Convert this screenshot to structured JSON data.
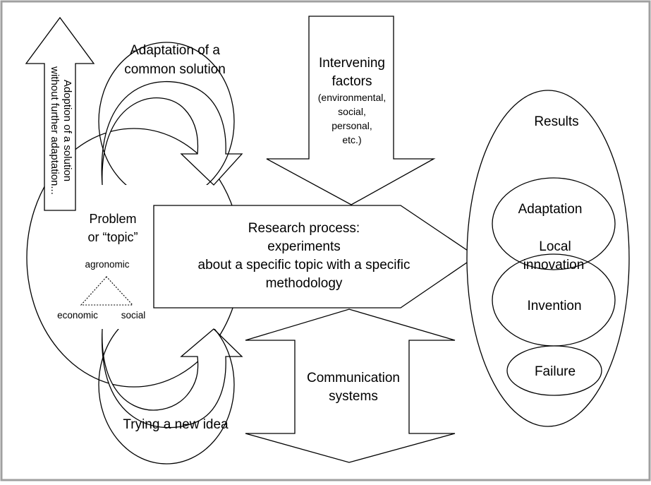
{
  "frame": {
    "border_color": "#a0a0a0",
    "stroke_color": "#000000",
    "fill_color": "#ffffff"
  },
  "adoption_arrow": {
    "lines": [
      "Adoption of a solution",
      "without further adaptation..."
    ]
  },
  "adaptation_loop": {
    "lines": [
      "Adaptation of a",
      "common solution"
    ]
  },
  "problem": {
    "lines": [
      "Problem",
      "or  “topic”"
    ],
    "triangle": {
      "top": "agronomic",
      "left": "economic",
      "right": "social"
    }
  },
  "new_idea_loop": {
    "label": "Trying a new idea"
  },
  "intervening_factors": {
    "title_lines": [
      "Intervening",
      "factors"
    ],
    "detail_lines": [
      "(environmental,",
      "social,",
      "personal,",
      "etc.)"
    ]
  },
  "research_process": {
    "lines": [
      "Research process:",
      "experiments",
      "about a specific topic with a specific",
      "methodology"
    ]
  },
  "communication_systems": {
    "lines": [
      "Communication",
      "systems"
    ]
  },
  "results": {
    "title": "Results",
    "adaptation": "Adaptation",
    "local_innovation_lines": [
      "Local",
      "innovation"
    ],
    "invention": "Invention",
    "failure": "Failure"
  }
}
